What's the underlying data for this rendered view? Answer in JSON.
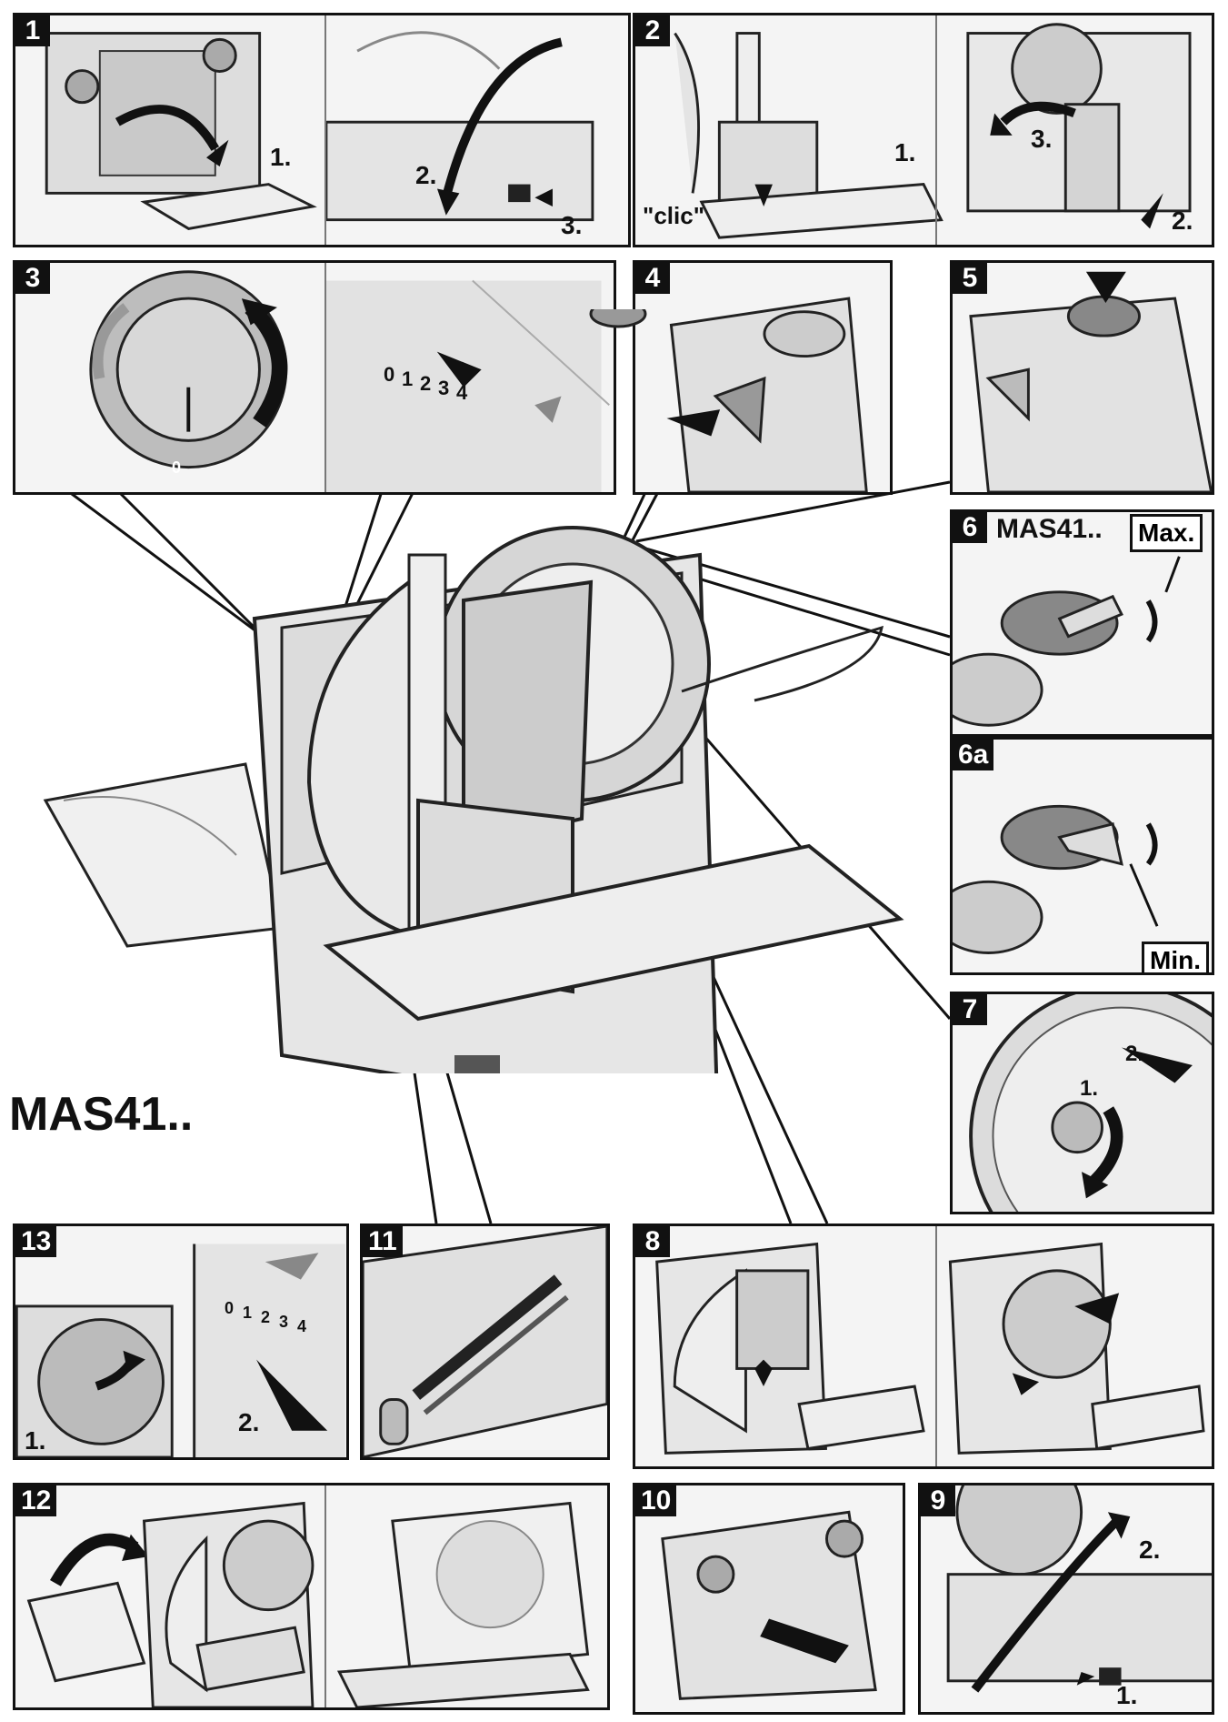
{
  "model_title": "MAS41..",
  "panels": {
    "p1": {
      "num": "1",
      "steps": [
        "1.",
        "2.",
        "3."
      ]
    },
    "p2": {
      "num": "2",
      "steps": [
        "1.",
        "2.",
        "3."
      ],
      "sound": "\"clic\""
    },
    "p3": {
      "num": "3",
      "scale": [
        "0",
        "1",
        "2",
        "3",
        "4"
      ],
      "dial_mark": "0"
    },
    "p4": {
      "num": "4"
    },
    "p5": {
      "num": "5"
    },
    "p6": {
      "num": "6",
      "model": "MAS41..",
      "max_label": "Max."
    },
    "p6a": {
      "num": "6a",
      "min_label": "Min."
    },
    "p7": {
      "num": "7",
      "steps": [
        "1.",
        "2."
      ]
    },
    "p8": {
      "num": "8"
    },
    "p9": {
      "num": "9",
      "steps": [
        "1.",
        "2."
      ]
    },
    "p10": {
      "num": "10"
    },
    "p11": {
      "num": "11"
    },
    "p12": {
      "num": "12"
    },
    "p13": {
      "num": "13",
      "steps": [
        "1.",
        "2."
      ],
      "scale": [
        "0",
        "1",
        "2",
        "3",
        "4"
      ]
    }
  }
}
